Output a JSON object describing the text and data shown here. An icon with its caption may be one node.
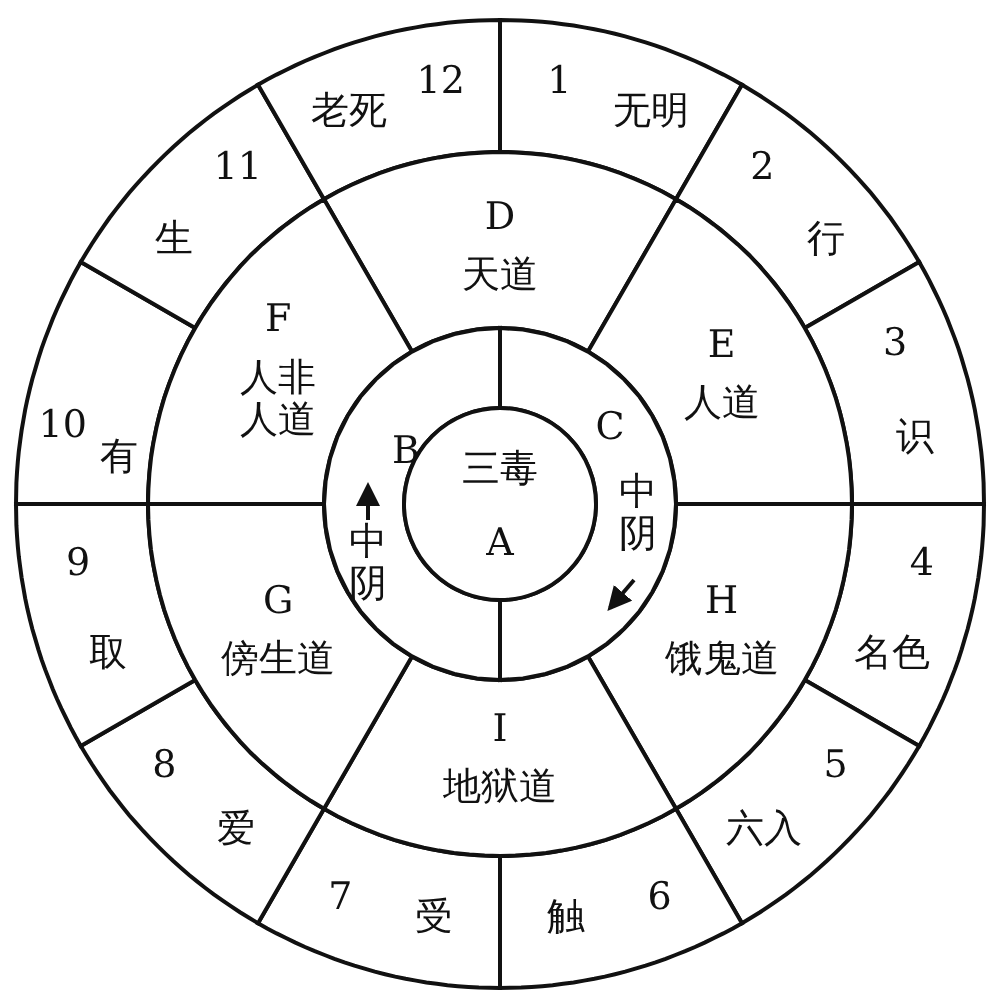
{
  "diagram": {
    "nodes": [
      {
        "text": [
          "1",
          "无明"
        ]
      },
      {
        "text": [
          "2",
          "行"
        ]
      },
      {
        "text": [
          "3",
          "识"
        ]
      },
      {
        "text": [
          "4",
          "名色"
        ]
      },
      {
        "text": [
          "5",
          "六入"
        ]
      },
      {
        "text": [
          "6",
          "触"
        ]
      },
      {
        "text": [
          "7",
          "受"
        ]
      },
      {
        "text": [
          "8",
          "爱"
        ]
      },
      {
        "text": [
          "9",
          "取"
        ]
      },
      {
        "text": [
          "10",
          "有"
        ]
      },
      {
        "text": [
          "11",
          "生"
        ]
      },
      {
        "text": [
          "12",
          "老死"
        ]
      },
      {
        "text": [
          "D",
          "天道"
        ]
      },
      {
        "text": [
          "E",
          "人道"
        ]
      },
      {
        "text": [
          "H",
          "饿鬼道"
        ]
      },
      {
        "text": [
          "I",
          "地狱道"
        ]
      },
      {
        "text": [
          "G",
          "傍生道"
        ]
      },
      {
        "text": [
          "F",
          "人非人道"
        ]
      },
      {
        "text": [
          "B",
          "中阴"
        ]
      },
      {
        "text": [
          "C",
          "中阴"
        ]
      },
      {
        "text": [
          "三毒",
          "A"
        ]
      }
    ]
  }
}
